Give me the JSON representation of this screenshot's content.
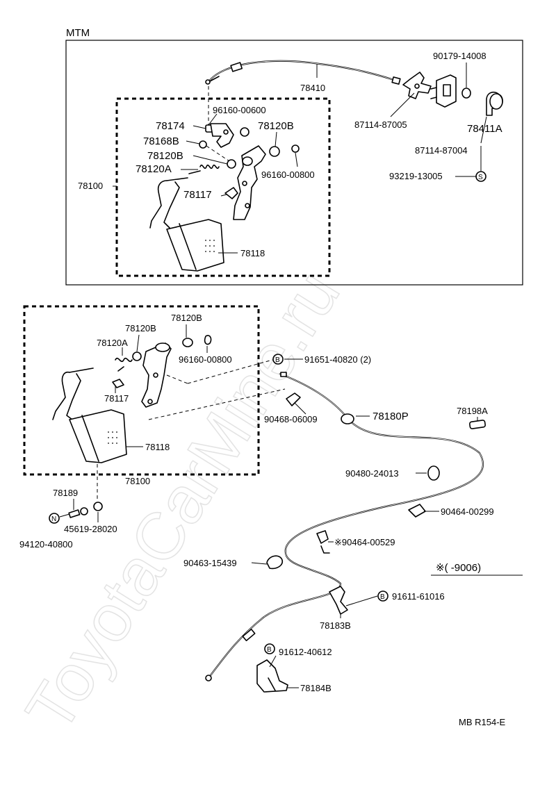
{
  "section_mtm": "MTM",
  "watermark": "ToyotaCarMine.ru",
  "diagram_code": "MB R154-E",
  "note": "※(      -9006)",
  "bubbles": {
    "s": "S",
    "b": "B",
    "n": "N"
  },
  "mtm_labels": {
    "p78410": "78410",
    "p90179": "90179-14008",
    "p87114_87005": "87114-87005",
    "p78411A": "78411A",
    "p87114_87004": "87114-87004",
    "p93219": "93219-13005",
    "p96160_00600": "96160-00600",
    "p78174": "78174",
    "p78120B_a": "78120B",
    "p78168B": "78168B",
    "p78120B_b": "78120B",
    "p78120A": "78120A",
    "p96160_00800": "96160-00800",
    "p78100": "78100",
    "p78117": "78117",
    "p78118": "78118"
  },
  "lower_labels": {
    "p78120B_a": "78120B",
    "p78120B_b": "78120B",
    "p78120A": "78120A",
    "p96160_00800": "96160-00800",
    "p91651": "91651-40820 (2)",
    "p78117": "78117",
    "p90468": "90468-06009",
    "p78180P": "78180P",
    "p78198A": "78198A",
    "p78118": "78118",
    "p78100": "78100",
    "p90480": "90480-24013",
    "p78189": "78189",
    "p90464_00299": "90464-00299",
    "p45619": "45619-28020",
    "p94120": "94120-40800",
    "p90464_00529": "※90464-00529",
    "p90463": "90463-15439",
    "p91611": "91611-61016",
    "p78183B": "78183B",
    "p91612": "91612-40612",
    "p78184B": "78184B"
  }
}
